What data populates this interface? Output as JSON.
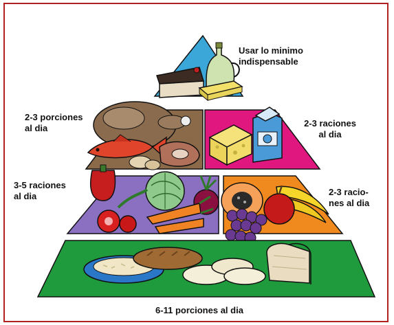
{
  "tiers": {
    "top": {
      "label": "Usar lo minimo\nindispensable"
    },
    "protein": {
      "label": "2-3 porciones\nal dia"
    },
    "dairy": {
      "label": "2-3 raciones\nal dia"
    },
    "vegetables": {
      "label": "3-5 raciones\nal dia"
    },
    "fruits": {
      "label": "2-3 racio-\nnes al dia"
    },
    "grains": {
      "label": "6-11 porciones al dia"
    }
  },
  "colors": {
    "border": "#b32020",
    "top_tier": "#3aa7d8",
    "protein_tier": "#8b6a4a",
    "dairy_tier": "#e0177f",
    "vegetable_tier": "#8b6fc0",
    "fruit_tier": "#f08a1f",
    "grain_tier": "#1f9a3c"
  },
  "icons": {
    "top": [
      "oil-bottle-icon",
      "cake-slice-icon",
      "butter-icon"
    ],
    "protein": [
      "roast-chicken-icon",
      "fish-icon",
      "meat-icon",
      "nuts-icon"
    ],
    "dairy": [
      "cheese-icon",
      "milk-carton-icon"
    ],
    "vegetables": [
      "pepper-icon",
      "cabbage-icon",
      "beet-icon",
      "carrot-icon",
      "tomato-icon"
    ],
    "fruits": [
      "papaya-icon",
      "banana-icon",
      "apple-icon",
      "grapes-icon"
    ],
    "grains": [
      "rice-bowl-icon",
      "bread-loaf-icon",
      "tortilla-icon",
      "sliced-bread-icon"
    ]
  }
}
